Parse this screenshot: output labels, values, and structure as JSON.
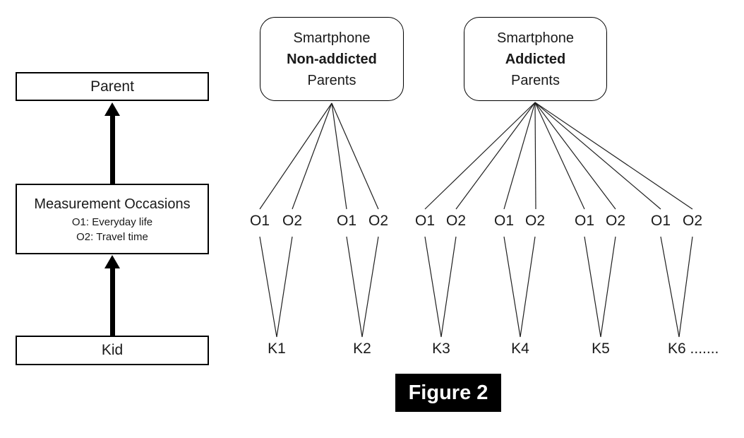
{
  "figure": {
    "caption": "Figure 2"
  },
  "left_panel": {
    "parent_label": "Parent",
    "measurement": {
      "title": "Measurement Occasions",
      "occasion1": "O1: Everyday life",
      "occasion2": "O2: Travel time"
    },
    "kid_label": "Kid"
  },
  "groups": [
    {
      "line1": "Smartphone",
      "line2": "Non-addicted",
      "line3": "Parents"
    },
    {
      "line1": "Smartphone",
      "line2": "Addicted",
      "line3": "Parents"
    }
  ],
  "occasion_labels": [
    "O1",
    "O2",
    "O1",
    "O2",
    "O1",
    "O2",
    "O1",
    "O2",
    "O1",
    "O2",
    "O1",
    "O2"
  ],
  "kid_labels": [
    "K1",
    "K2",
    "K3",
    "K4",
    "K5",
    "K6 ......."
  ],
  "colors": {
    "background": "#ffffff",
    "text_color": "#1a1a1a",
    "border_color": "#000000",
    "arrow_color": "#000000",
    "line_color": "#1f1f1f",
    "caption_bg": "#000000",
    "caption_text": "#ffffff"
  }
}
